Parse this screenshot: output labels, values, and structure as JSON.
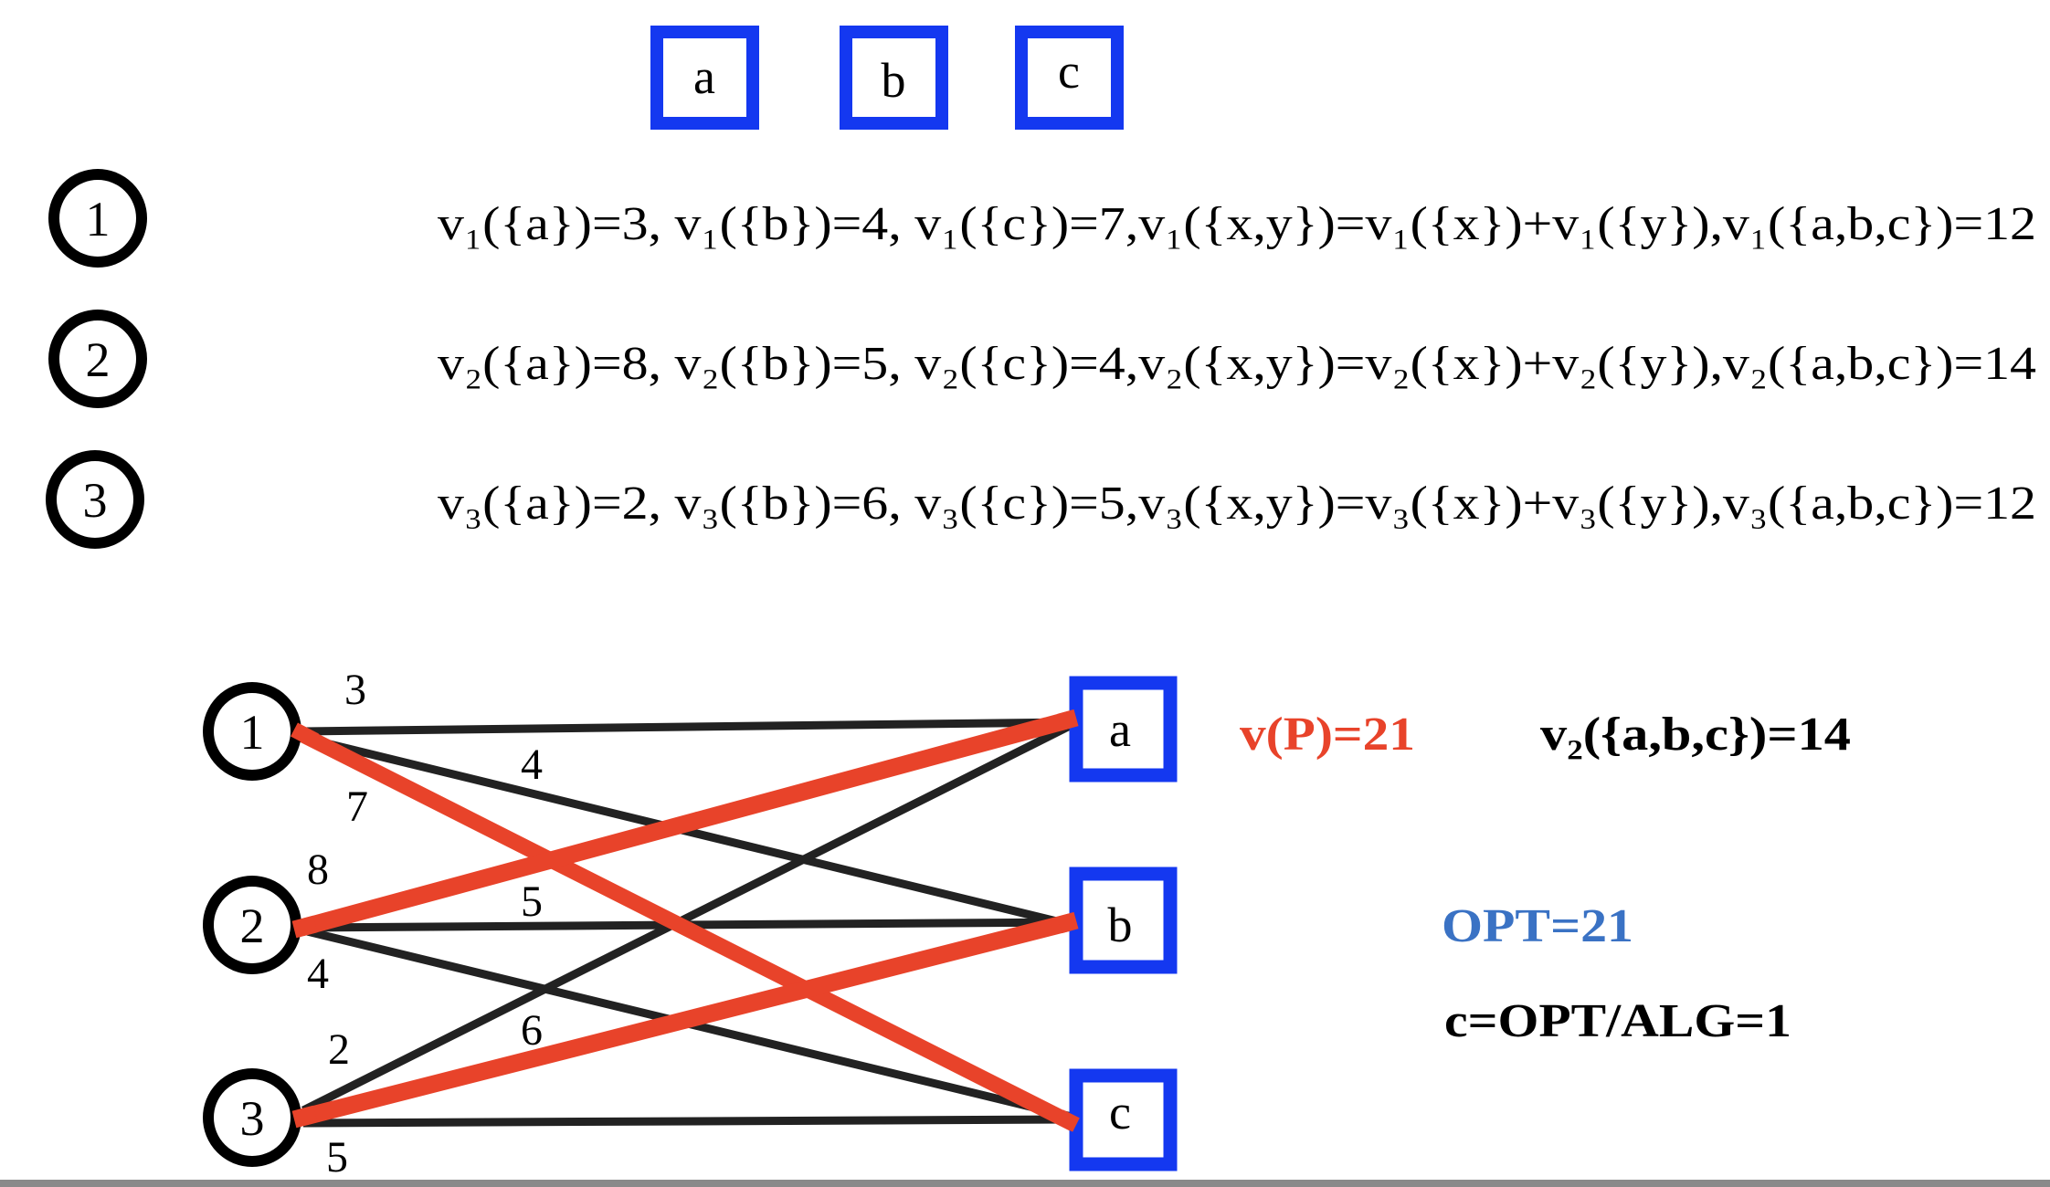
{
  "items": [
    "a",
    "b",
    "c"
  ],
  "agents": [
    "1",
    "2",
    "3"
  ],
  "valuations": [
    "v₁({a})=3, v₁({b})=4, v₁({c})=7,v₁({x,y})=v₁({x})+v₁({y}),v₁({a,b,c})=12",
    "v₂({a})=8, v₂({b})=5, v₂({c})=4,v₂({x,y})=v₂({x})+v₂({y}),v₂({a,b,c})=14",
    "v₃({a})=2, v₃({b})=6, v₃({c})=5,v₃({x,y})=v₃({x})+v₃({y}),v₃({a,b,c})=12"
  ],
  "edges": [
    {
      "agent": "1",
      "item": "a",
      "weight": "3",
      "selected": false
    },
    {
      "agent": "1",
      "item": "b",
      "weight": "4",
      "selected": false
    },
    {
      "agent": "1",
      "item": "c",
      "weight": "7",
      "selected": true
    },
    {
      "agent": "2",
      "item": "a",
      "weight": "8",
      "selected": true
    },
    {
      "agent": "2",
      "item": "b",
      "weight": "5",
      "selected": false
    },
    {
      "agent": "2",
      "item": "c",
      "weight": "4",
      "selected": false
    },
    {
      "agent": "3",
      "item": "a",
      "weight": "2",
      "selected": false
    },
    {
      "agent": "3",
      "item": "b",
      "weight": "6",
      "selected": true
    },
    {
      "agent": "3",
      "item": "c",
      "weight": "5",
      "selected": false
    }
  ],
  "results": {
    "vP": "v(P)=21",
    "v2_all": "v₂({a,b,c})=14",
    "opt": "OPT=21",
    "ratio": "c=OPT/ALG=1"
  },
  "colors": {
    "item_box": "#1438f0",
    "selected_edge": "#e8432a",
    "edge": "#222222",
    "opt_text": "#3a72c4"
  }
}
